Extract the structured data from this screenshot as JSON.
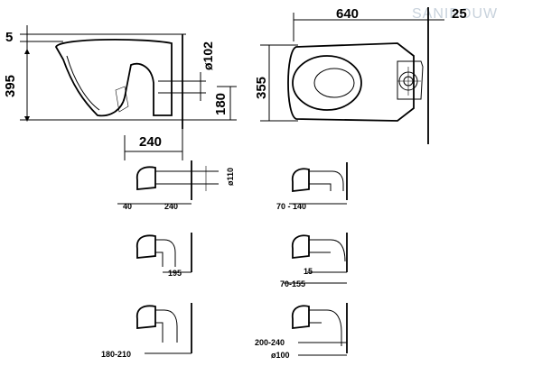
{
  "logo": {
    "text": "SANIBOUW"
  },
  "side_view": {
    "dim_top": "5",
    "dim_height": "395",
    "dim_pipe": "ø102",
    "dim_outlet_height": "180",
    "dim_depth": "240"
  },
  "plan_view": {
    "dim_length": "640",
    "dim_wall": "25",
    "dim_width": "355"
  },
  "connections": [
    {
      "labels": [
        "40",
        "240"
      ],
      "rot_label": "ø110"
    },
    {
      "labels": [
        "70 - 140"
      ]
    },
    {
      "labels": [
        "195"
      ]
    },
    {
      "labels": [
        "15",
        "70-155"
      ]
    },
    {
      "labels": [
        "180-210"
      ]
    },
    {
      "labels": [
        "200-240",
        "ø100"
      ]
    }
  ]
}
